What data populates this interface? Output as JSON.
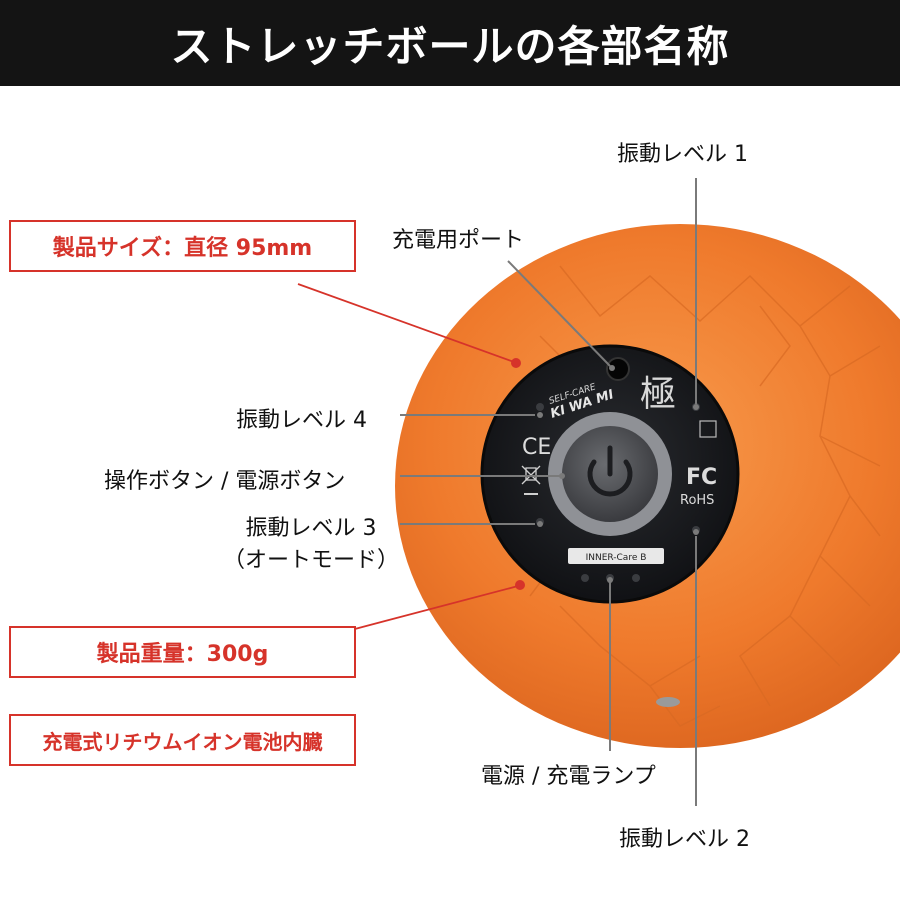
{
  "header": {
    "title": "ストレッチボールの各部名称"
  },
  "callouts": {
    "charge_port": "充電用ポート",
    "level1": "振動レベル 1",
    "level4": "振動レベル 4",
    "power_button": "操作ボタン / 電源ボタン",
    "level3": "振動レベル 3",
    "level3_sub": "（オートモード）",
    "power_lamp": "電源 / 充電ランプ",
    "level2": "振動レベル 2"
  },
  "specs": {
    "size": "製品サイズ：直径 95mm",
    "weight": "製品重量：300g",
    "battery": "充電式リチウムイオン電池内臓"
  },
  "device": {
    "brand_small": "SELF-CARE",
    "brand": "KI WA MI",
    "kanji": "極",
    "ce": "CE",
    "fc": "FC",
    "rohs": "RoHS",
    "model": "INNER-Care B"
  },
  "colors": {
    "accent": "#d6332a",
    "ball": "#f07c2e",
    "header_bg": "#141414"
  }
}
